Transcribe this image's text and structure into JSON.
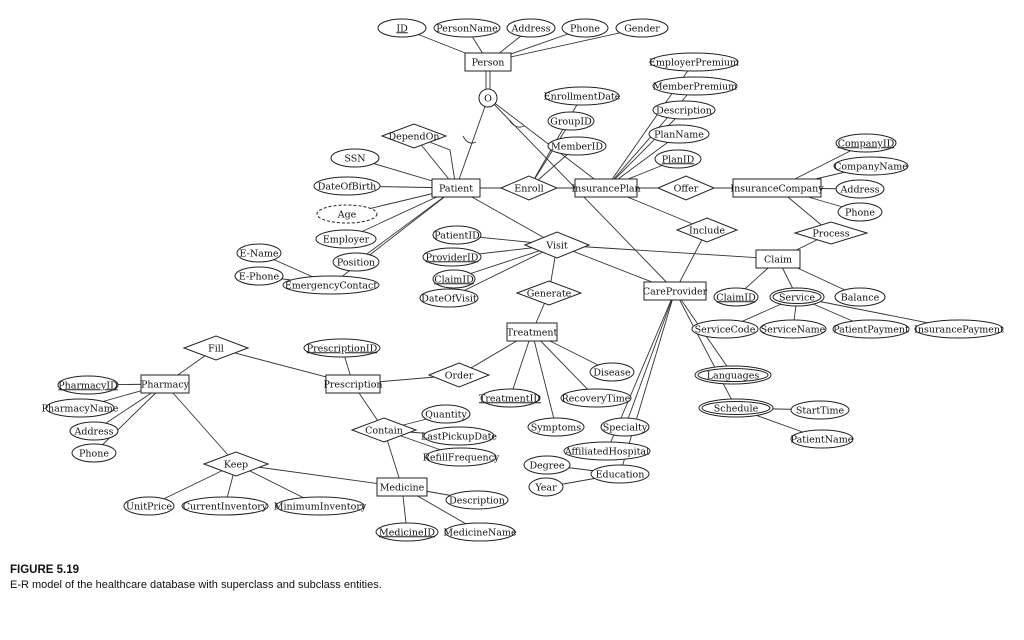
{
  "nodes": {
    "ID": {
      "label": "ID",
      "key": true
    },
    "PersonName": {
      "label": "PersonName"
    },
    "PersonAddress": {
      "label": "Address"
    },
    "PersonPhone": {
      "label": "Phone"
    },
    "Gender": {
      "label": "Gender"
    },
    "Person": {
      "label": "Person"
    },
    "DependOn": {
      "label": "DependOn"
    },
    "SSN": {
      "label": "SSN"
    },
    "DateOfBirth": {
      "label": "DateOfBirth"
    },
    "Age": {
      "label": "Age"
    },
    "Employer": {
      "label": "Employer"
    },
    "Position": {
      "label": "Position"
    },
    "EName": {
      "label": "E-Name"
    },
    "EPhone": {
      "label": "E-Phone"
    },
    "EmergencyContact": {
      "label": "EmergencyContact"
    },
    "Patient": {
      "label": "Patient"
    },
    "EnrollmentDate": {
      "label": "EnrollmentDate"
    },
    "GroupID": {
      "label": "GroupID"
    },
    "MemberID": {
      "label": "MemberID"
    },
    "Enroll": {
      "label": "Enroll"
    },
    "EmployerPremium": {
      "label": "EmployerPremium"
    },
    "MemberPremium": {
      "label": "MemberPremium"
    },
    "PlanDescription": {
      "label": "Description"
    },
    "PlanName": {
      "label": "PlanName"
    },
    "PlanID": {
      "label": "PlanID",
      "key": true
    },
    "InsurancePlan": {
      "label": "InsurancePlan"
    },
    "Offer": {
      "label": "Offer"
    },
    "InsuranceCompany": {
      "label": "InsuranceCompany"
    },
    "CompanyID": {
      "label": "CompanyID",
      "key": true
    },
    "CompanyName": {
      "label": "CompanyName"
    },
    "CompanyAddress": {
      "label": "Address"
    },
    "CompanyPhone": {
      "label": "Phone"
    },
    "Process": {
      "label": "Process"
    },
    "Include": {
      "label": "Include"
    },
    "Claim": {
      "label": "Claim"
    },
    "ClaimIDattr": {
      "label": "ClaimID",
      "key": true
    },
    "Service": {
      "label": "Service"
    },
    "Balance": {
      "label": "Balance"
    },
    "ServiceCode": {
      "label": "ServiceCode"
    },
    "ServiceName": {
      "label": "ServiceName"
    },
    "PatientPayment": {
      "label": "PatientPayment"
    },
    "InsurancePayment": {
      "label": "InsurancePayment"
    },
    "Visit": {
      "label": "Visit"
    },
    "PatientID": {
      "label": "PatientID"
    },
    "ProviderID": {
      "label": "ProviderID",
      "key": true
    },
    "VisitClaimID": {
      "label": "ClaimID",
      "key": true
    },
    "DateOfVisit": {
      "label": "DateOfVisit"
    },
    "Generate": {
      "label": "Generate"
    },
    "CareProvider": {
      "label": "CareProvider"
    },
    "Languages": {
      "label": "Languages"
    },
    "Schedule": {
      "label": "Schedule"
    },
    "StartTime": {
      "label": "StartTime"
    },
    "SchedPatientName": {
      "label": "PatientName"
    },
    "Specialty": {
      "label": "Specialty"
    },
    "AffiliatedHospital": {
      "label": "AffiliatedHospital"
    },
    "Education": {
      "label": "Education"
    },
    "Degree": {
      "label": "Degree"
    },
    "Year": {
      "label": "Year"
    },
    "Treatment": {
      "label": "Treatment"
    },
    "Disease": {
      "label": "Disease"
    },
    "RecoveryTime": {
      "label": "RecoveryTime"
    },
    "TreatmentID": {
      "label": "TreatmentID",
      "key": true
    },
    "Symptoms": {
      "label": "Symptoms"
    },
    "Order": {
      "label": "Order"
    },
    "PrescriptionID": {
      "label": "PrescriptionID",
      "key": true
    },
    "Prescription": {
      "label": "Prescription"
    },
    "Fill": {
      "label": "Fill"
    },
    "Pharmacy": {
      "label": "Pharmacy"
    },
    "PharmacyID": {
      "label": "PharmacyID",
      "key": true
    },
    "PharmacyName": {
      "label": "PharmacyName"
    },
    "PharmacyAddress": {
      "label": "Address"
    },
    "PharmacyPhone": {
      "label": "Phone"
    },
    "Contain": {
      "label": "Contain"
    },
    "Quantity": {
      "label": "Quantity"
    },
    "LastPickupDate": {
      "label": "LastPickupDate"
    },
    "RefillFrequency": {
      "label": "RefillFrequency"
    },
    "Keep": {
      "label": "Keep"
    },
    "UnitPrice": {
      "label": "UnitPrice"
    },
    "CurrentInventory": {
      "label": "CurrentInventory"
    },
    "MinimumInventory": {
      "label": "MinimumInventory"
    },
    "Medicine": {
      "label": "Medicine"
    },
    "MedDescription": {
      "label": "Description"
    },
    "MedicineID": {
      "label": "MedicineID",
      "key": true
    },
    "MedicineName": {
      "label": "MedicineName"
    },
    "Disjoint": {
      "label": "O"
    }
  },
  "caption": {
    "figure_number": "FIGURE 5.19",
    "text": "E-R model of the healthcare database with superclass and subclass entities."
  }
}
